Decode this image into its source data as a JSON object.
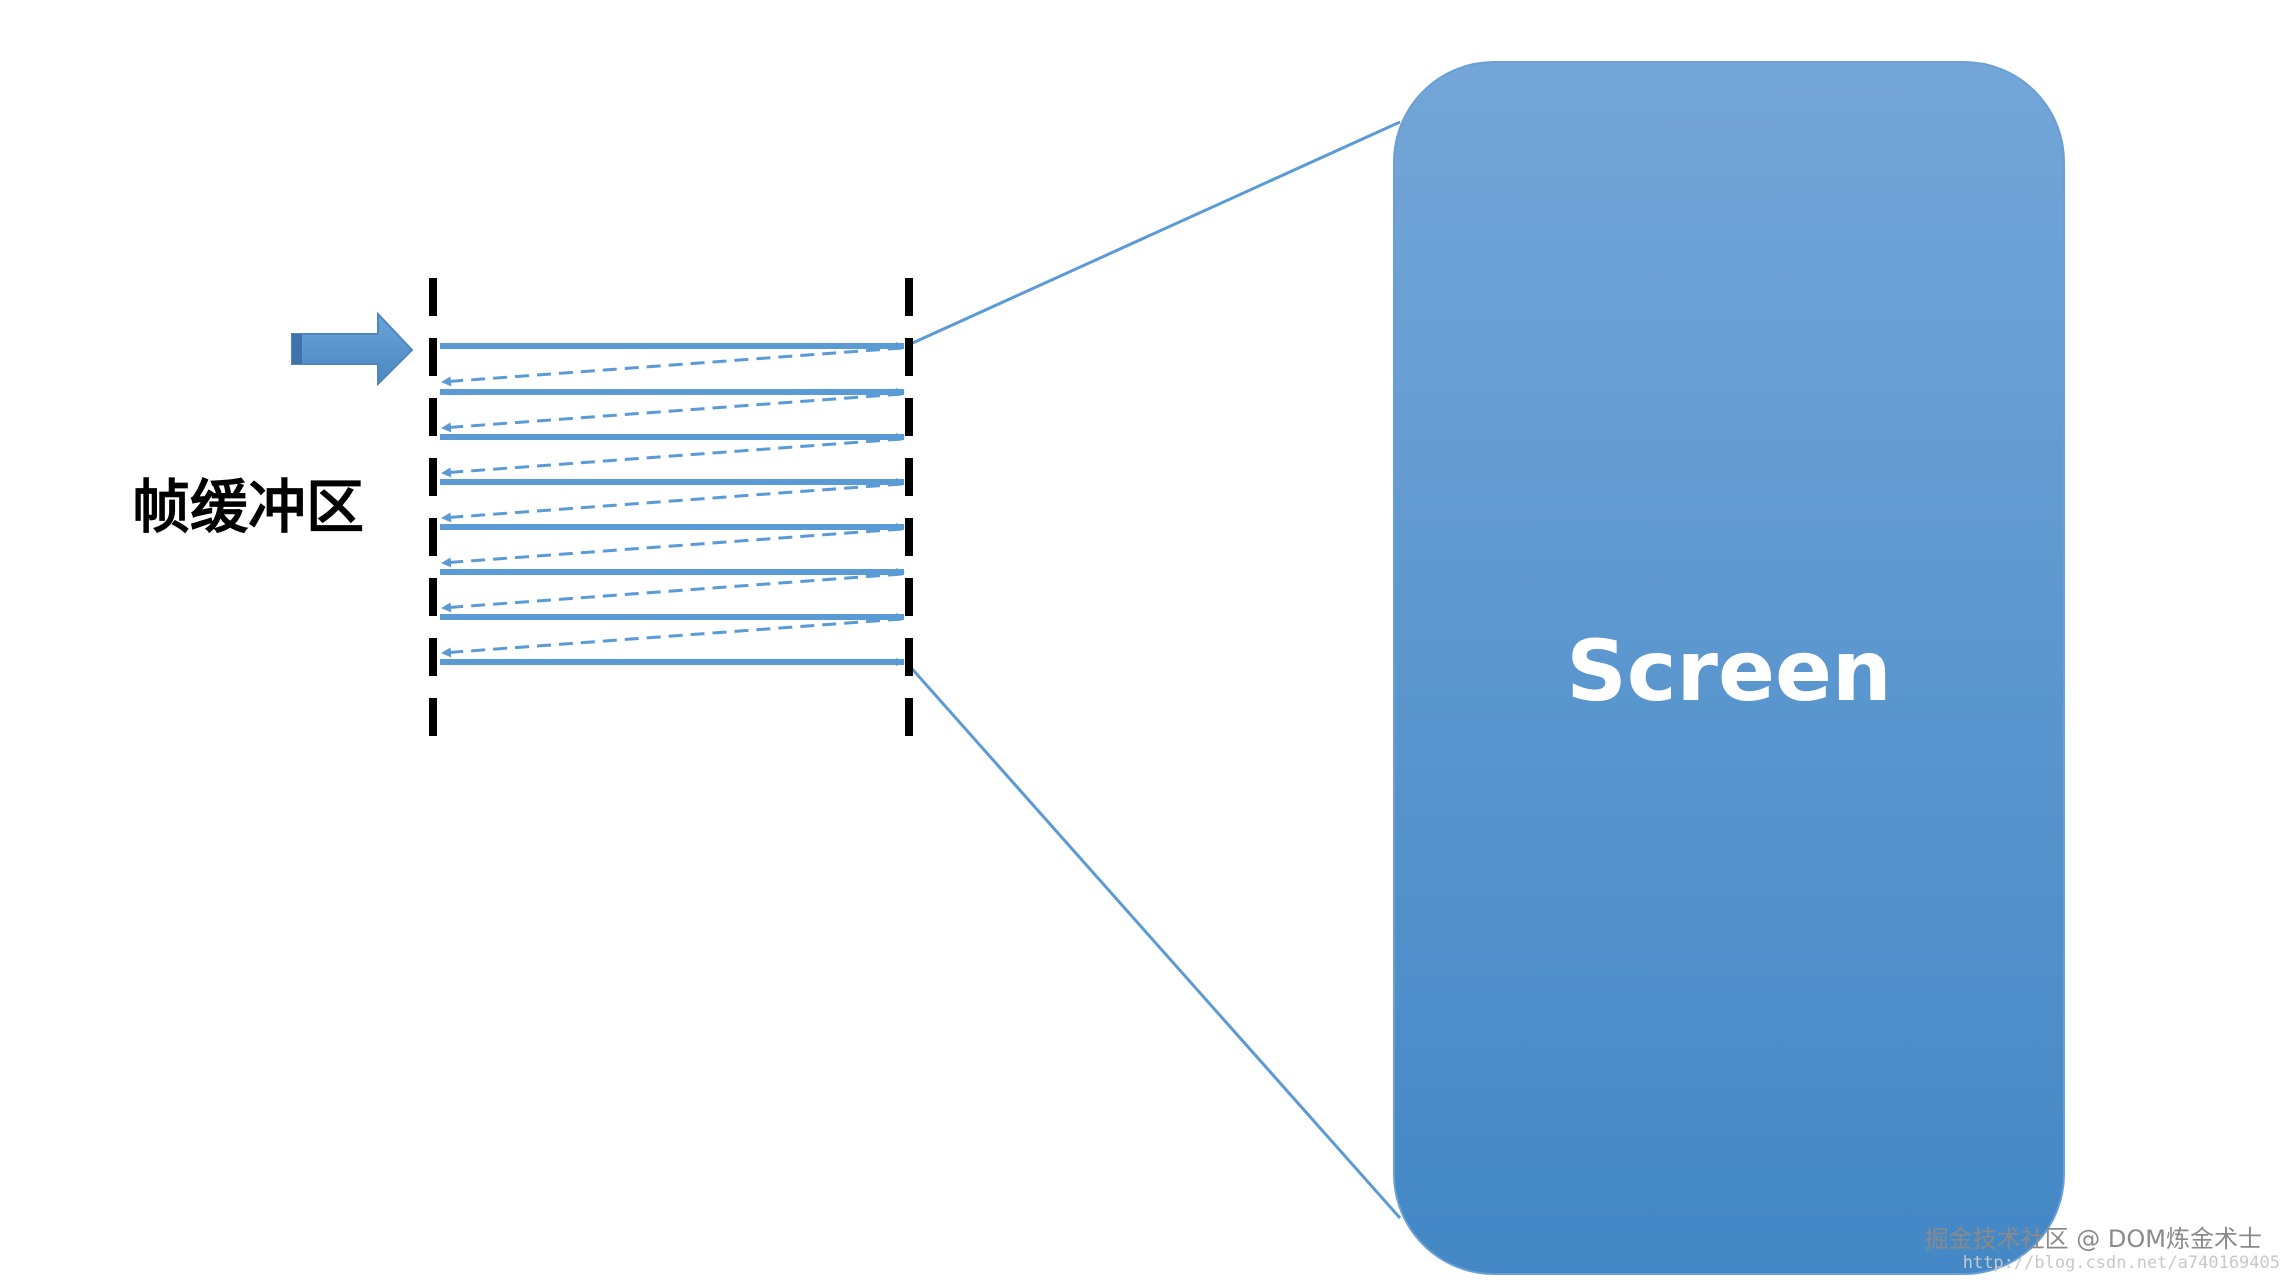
{
  "diagram": {
    "frame_buffer_label": "帧缓冲区",
    "screen_label": "Screen",
    "scan_lines": 8,
    "colors": {
      "scan_line": "#5b9bd5",
      "divider": "#000000",
      "connector": "#5b9bd5",
      "screen_top": "#74a6d8",
      "screen_bottom": "#4387c6"
    }
  },
  "watermark": {
    "text": "掘金技术社区 @ DOM炼金术士",
    "url": "http://blog.csdn.net/a740169405"
  }
}
